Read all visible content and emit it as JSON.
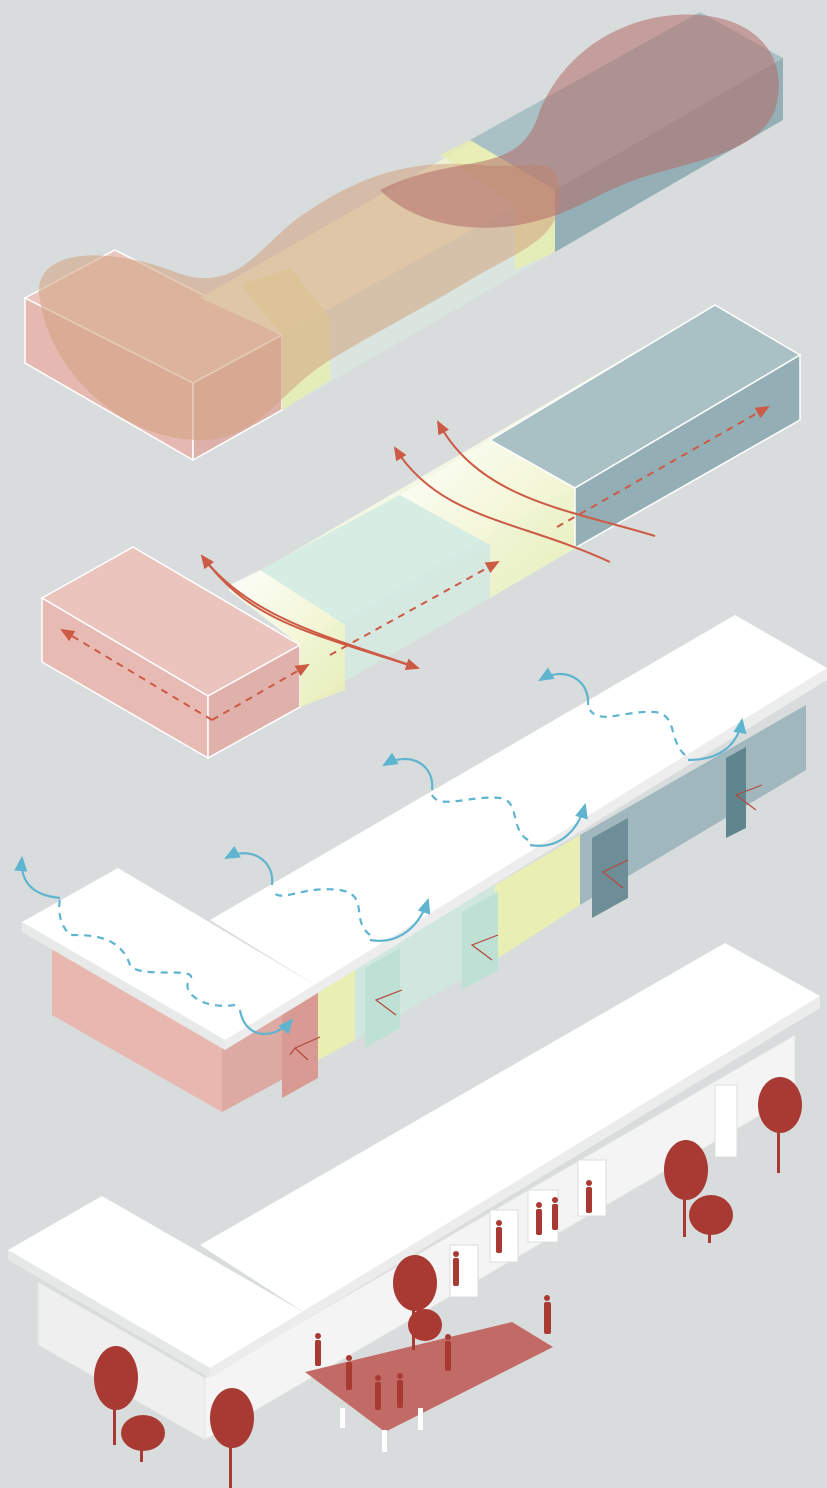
{
  "diagram": {
    "layers": [
      {
        "id": "spatial-flow-blobs"
      },
      {
        "id": "circulation-arrows"
      },
      {
        "id": "roof-ventilation"
      },
      {
        "id": "building-context"
      }
    ]
  },
  "colors": {
    "background": "#d9dcdc",
    "pink": "#e8bdb6",
    "pink_dark": "#d9a49d",
    "mint": "#cfe7df",
    "yellow": "#e9efb3",
    "blue_grey": "#9fb7bd",
    "blue_grey_dark": "#7f9ca3",
    "blob_warm": "#cf9f7e",
    "blob_red": "#b46f6c",
    "arrow_red": "#cc5a44",
    "wind_blue": "#5fb4cf",
    "figure_red": "#a83a33",
    "white": "#ffffff",
    "edge": "#e6e8e8"
  },
  "icons": [
    "dashed-arrow-icon",
    "curved-arrow-icon",
    "tree-icon",
    "person-icon",
    "view-cone-icon"
  ]
}
